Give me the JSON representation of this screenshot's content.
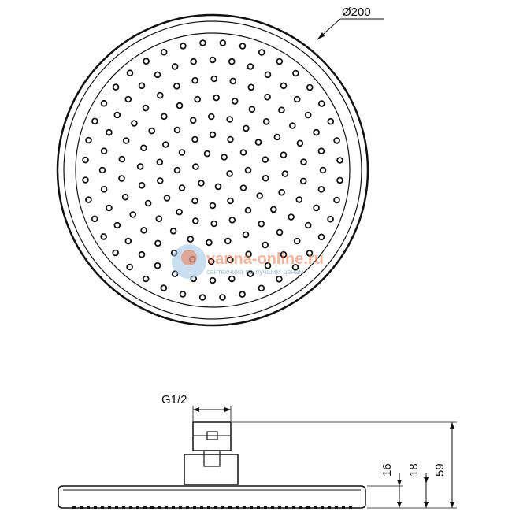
{
  "top_view": {
    "diameter_label": "Ø200"
  },
  "side_view": {
    "thread_label": "G1/2",
    "dim_16": "16",
    "dim_18": "18",
    "dim_59": "59"
  },
  "watermark": {
    "site": "vanna-online.ru",
    "tagline": "сантехника по лучшим ценам"
  },
  "colors": {
    "line": "#111111",
    "watermark_orange": "#f07a52",
    "watermark_blue": "#7fa6cf"
  }
}
